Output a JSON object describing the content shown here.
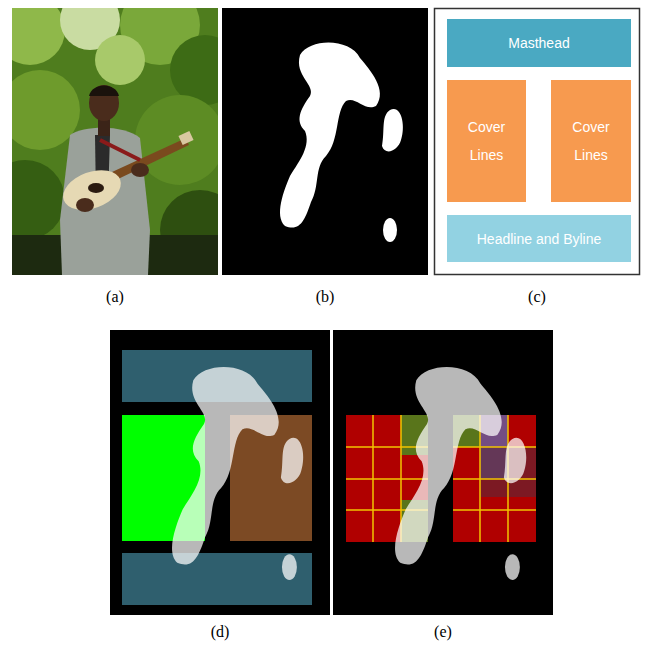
{
  "diagram": {
    "nodes": [
      {
        "text": [
          "Masthead"
        ]
      },
      {
        "text": [
          "Cover Lines"
        ]
      },
      {
        "text": [
          "Cover Lines"
        ]
      },
      {
        "text": [
          "Headline and Byline"
        ]
      }
    ],
    "labels": [
      "(a)",
      "(b)",
      "(c)",
      "(d)",
      "(e)"
    ]
  }
}
